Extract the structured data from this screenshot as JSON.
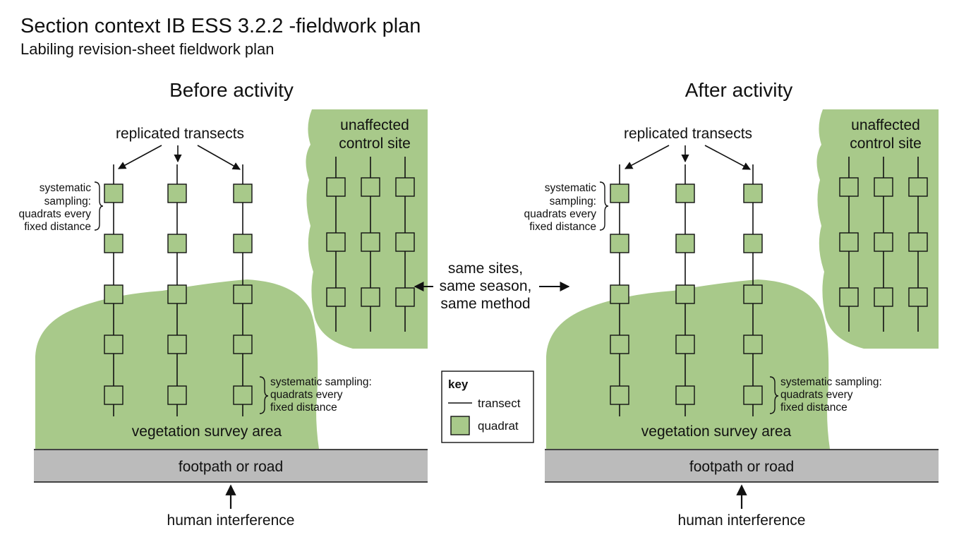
{
  "header": {
    "title": "Section context IB ESS 3.2.2 -fieldwork plan",
    "subtitle": "Labiling revision-sheet fieldwork plan"
  },
  "colors": {
    "vegetation": "#a8c98a",
    "quadrat": "#a8c98a",
    "road": "#bbbbbb",
    "line": "#111111"
  },
  "panels": [
    {
      "title": "Before activity",
      "transects_label": "replicated transects",
      "control_label_line1": "unaffected",
      "control_label_line2": "control site",
      "sampling_left": [
        "systematic",
        "sampling:",
        "quadrats every",
        "fixed distance"
      ],
      "sampling_right": [
        "systematic sampling:",
        "quadrats every",
        "fixed distance"
      ],
      "survey_area_label": "vegetation survey area",
      "road_label": "footpath or road",
      "interference_label": "human interference"
    },
    {
      "title": "After activity",
      "transects_label": "replicated transects",
      "control_label_line1": "unaffected",
      "control_label_line2": "control site",
      "sampling_left": [
        "systematic",
        "sampling:",
        "quadrats every",
        "fixed distance"
      ],
      "sampling_right": [
        "systematic sampling:",
        "quadrats every",
        "fixed distance"
      ],
      "survey_area_label": "vegetation survey area",
      "road_label": "footpath or road",
      "interference_label": "human interference"
    }
  ],
  "comparison_note": [
    "same sites,",
    "same season,",
    "same method"
  ],
  "key": {
    "title": "key",
    "transect_label": "transect",
    "quadrat_label": "quadrat"
  }
}
